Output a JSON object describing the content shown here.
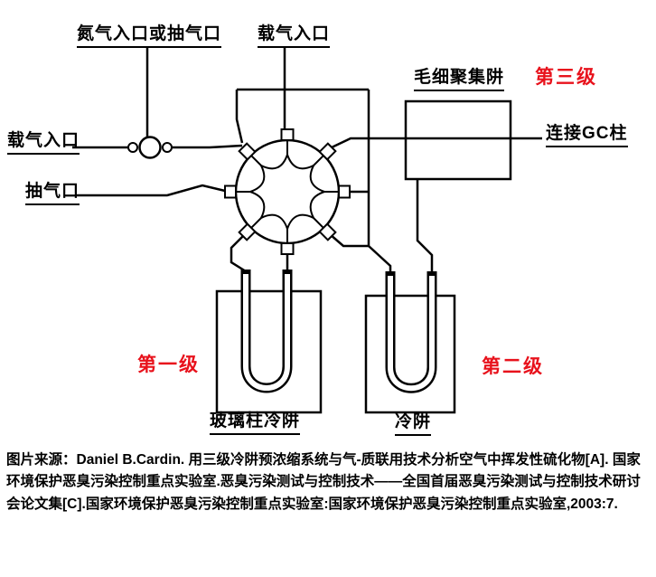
{
  "diagram": {
    "labels": {
      "nitrogen_inlet": "氮气入口或抽气口",
      "carrier_inlet_top": "载气入口",
      "carrier_inlet_left": "载气入口",
      "pump_port": "抽气口",
      "capillary_trap": "毛细聚集阱",
      "stage3": "第三级",
      "gc_column": "连接GC柱",
      "stage1": "第一级",
      "stage2": "第二级",
      "glass_column_trap": "玻璃柱冷阱",
      "cold_trap": "冷阱"
    },
    "colors": {
      "stage_label": "#e8121c",
      "line": "#000000",
      "background": "#ffffff"
    }
  },
  "caption": {
    "text": "图片来源：Daniel B.Cardin. 用三级冷阱预浓缩系统与气-质联用技术分析空气中挥发性硫化物[A]. 国家环境保护恶臭污染控制重点实验室.恶臭污染测试与控制技术——全国首届恶臭污染测试与控制技术研讨会论文集[C].国家环境保护恶臭污染控制重点实验室:国家环境保护恶臭污染控制重点实验室,2003:7."
  }
}
